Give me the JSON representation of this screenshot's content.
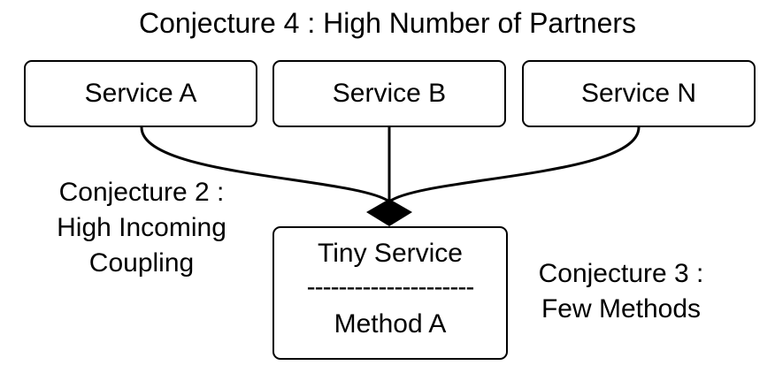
{
  "title": "Conjecture 4 : High Number of Partners",
  "services": {
    "a": "Service A",
    "b": "Service B",
    "n": "Service N"
  },
  "tiny_service": {
    "name": "Tiny Service",
    "separator": "---------------------",
    "method": "Method A"
  },
  "conjecture_2": {
    "line1": "Conjecture 2 :",
    "line2": "High Incoming",
    "line3": "Coupling"
  },
  "conjecture_3": {
    "line1": "Conjecture 3 :",
    "line2": "Few Methods"
  }
}
